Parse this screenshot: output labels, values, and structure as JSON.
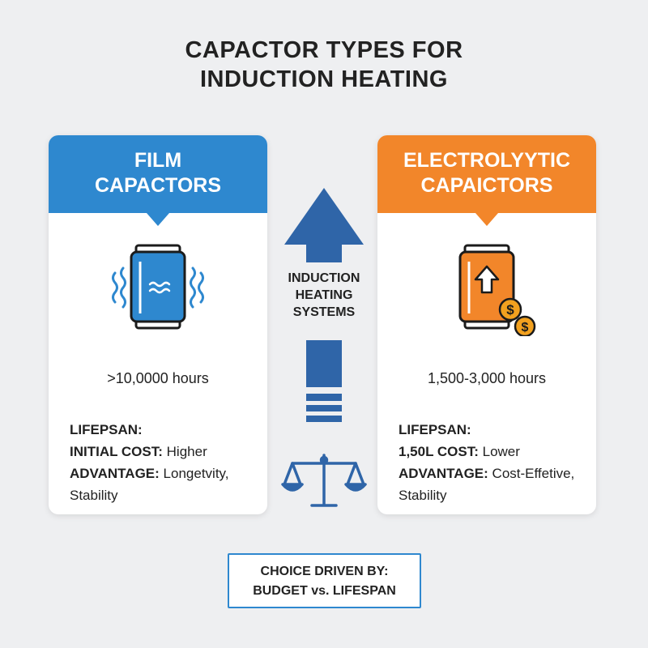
{
  "title": {
    "line1": "CAPACTOR TYPES FOR",
    "line2": "INDUCTION HEATING"
  },
  "film": {
    "header_line1": "FILM",
    "header_line2": "CAPACTORS",
    "icon": "film-capacitor-vibrating-icon",
    "hours": ">10,0000 hours",
    "lifespan_label": "LIFEPSAN:",
    "cost_label": "INITIAL COST:",
    "cost_value": "Higher",
    "advantage_label": "ADVANTAGE:",
    "advantage_value": "Longetvity,",
    "advantage_value2": "Stability",
    "color": "#2e88cf"
  },
  "electrolytic": {
    "header_line1": "ELECTROLYYTIC",
    "header_line2": "CAPAICTORS",
    "icon": "electrolytic-capacitor-cost-icon",
    "hours": "1,500-3,000 hours",
    "lifespan_label": "LIFEPSAN:",
    "cost_label": "1,50L COST:",
    "cost_value": "Lower",
    "advantage_label": "ADVANTAGE:",
    "advantage_value": "Cost-Effetive,",
    "advantage_value2": "Stability",
    "color": "#f2862a"
  },
  "center": {
    "line1": "INDUCTION",
    "line2": "HEATING",
    "line3": "SYSTEMS",
    "arrow_icon": "up-arrow-icon",
    "scale_icon": "balance-scale-icon",
    "color": "#2f65a8"
  },
  "choice": {
    "line1": "CHOICE DRIVEN BY:",
    "line2": "BUDGET vs. LIFESPAN"
  }
}
